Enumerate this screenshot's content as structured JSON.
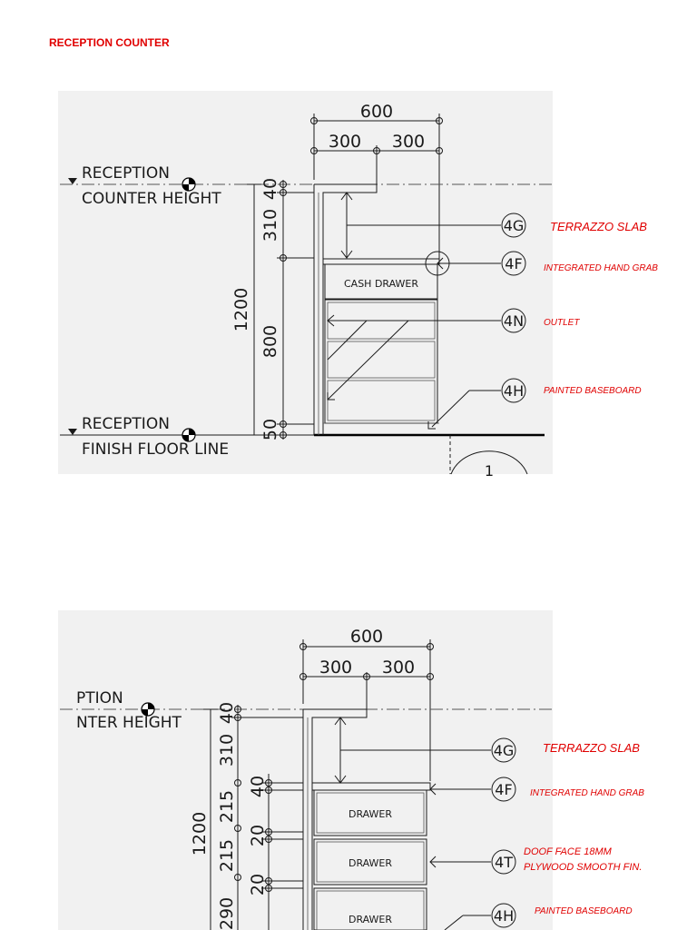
{
  "page_title": "RECEPTION COUNTER",
  "detail1": {
    "dims": {
      "total_width": "600",
      "half_left": "300",
      "half_right": "300",
      "height_total": "1200",
      "top_40": "40",
      "h_310": "310",
      "h_800": "800",
      "h_50": "50"
    },
    "level_top": [
      "RECEPTION",
      "COUNTER HEIGHT"
    ],
    "level_bottom": [
      "RECEPTION",
      "FINISH FLOOR LINE"
    ],
    "cash_drawer": "CASH DRAWER",
    "section_mark": "1",
    "tags": [
      {
        "tag": "4G",
        "note": "TERRAZZO SLAB"
      },
      {
        "tag": "4F",
        "note": "INTEGRATED HAND GRAB"
      },
      {
        "tag": "4N",
        "note": "OUTLET"
      },
      {
        "tag": "4H",
        "note": "PAINTED BASEBOARD"
      }
    ]
  },
  "detail2": {
    "dims": {
      "total_width": "600",
      "half_left": "300",
      "half_right": "300",
      "height_total": "1200",
      "top_40": "40",
      "h_310": "310",
      "h_215a": "215",
      "h_215b": "215",
      "h_290": "290",
      "g_40": "40",
      "g_20a": "20",
      "g_20b": "20"
    },
    "level_top": [
      "PTION",
      "NTER HEIGHT"
    ],
    "drawers": [
      "DRAWER",
      "DRAWER",
      "DRAWER"
    ],
    "tags": [
      {
        "tag": "4G",
        "note": "TERRAZZO SLAB"
      },
      {
        "tag": "4F",
        "note": "INTEGRATED HAND GRAB"
      },
      {
        "tag": "4T",
        "note_line1": "DOOF FACE 18MM",
        "note_line2": "PLYWOOD SMOOTH FIN."
      },
      {
        "tag": "4H",
        "note": "PAINTED BASEBOARD"
      }
    ]
  }
}
